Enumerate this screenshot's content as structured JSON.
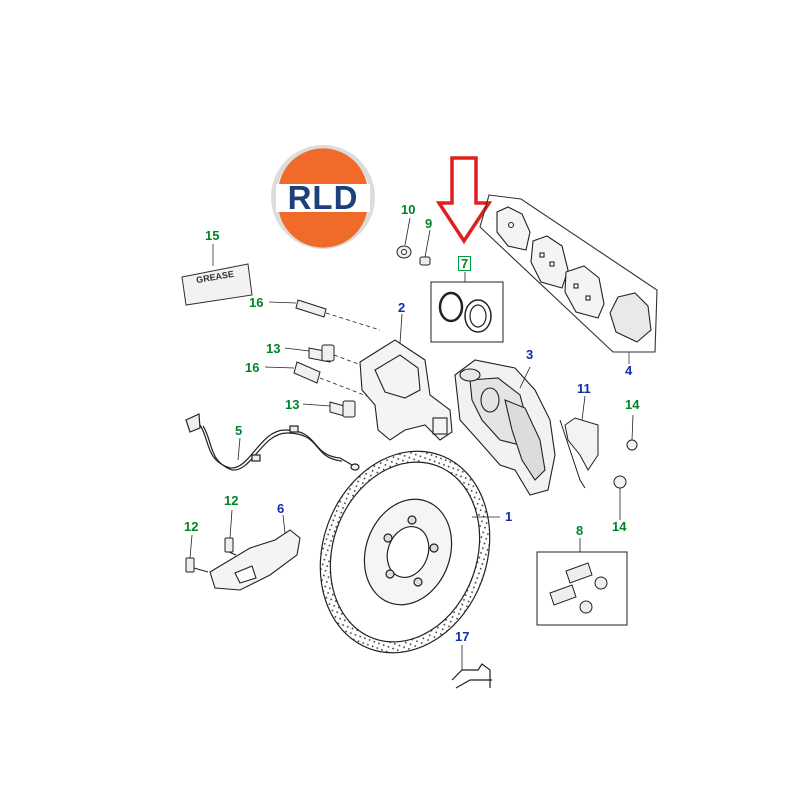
{
  "logo": {
    "text": "RLD",
    "colors": {
      "orange": "#f06a2a",
      "blue": "#1e3f78"
    }
  },
  "pointer": {
    "color": "#e0201e",
    "target": "7"
  },
  "grease_label": "GREASE",
  "parts": {
    "p1": "1",
    "p2": "2",
    "p3": "3",
    "p4": "4",
    "p5": "5",
    "p6": "6",
    "p7": "7",
    "p8": "8",
    "p9": "9",
    "p10": "10",
    "p11": "11",
    "p12a": "12",
    "p12b": "12",
    "p13a": "13",
    "p13b": "13",
    "p14a": "14",
    "p14b": "14",
    "p15": "15",
    "p16a": "16",
    "p16b": "16",
    "p17": "17"
  },
  "label_colors": {
    "green": "#00842a",
    "blue": "#0f2ea8"
  }
}
